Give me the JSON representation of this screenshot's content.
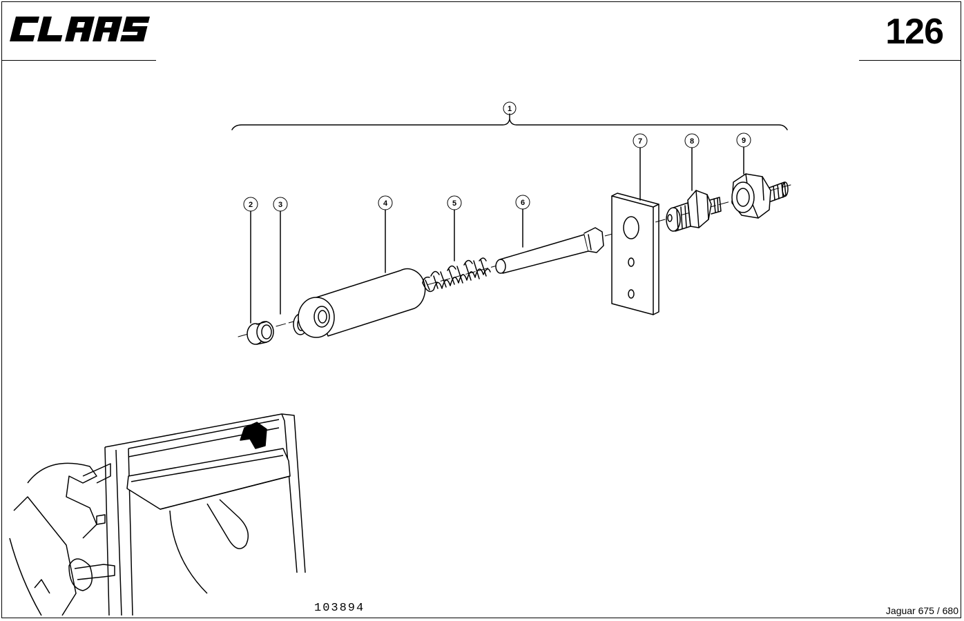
{
  "header": {
    "brand": "CLAAS",
    "page_number": "126"
  },
  "diagram": {
    "callouts": [
      "1",
      "2",
      "3",
      "4",
      "5",
      "6",
      "7",
      "8",
      "9"
    ]
  },
  "footer": {
    "drawing_number": "103894",
    "model": "Jaguar 675 / 680"
  }
}
